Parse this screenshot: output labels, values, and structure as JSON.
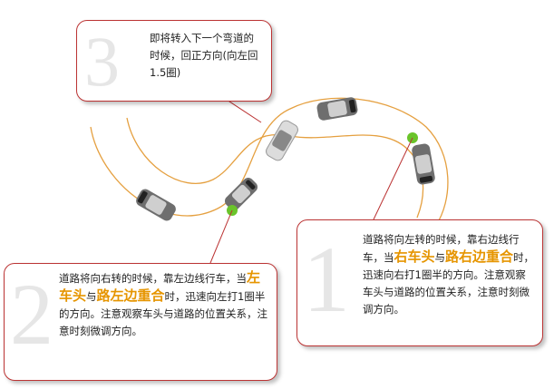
{
  "colors": {
    "road_edge": "#e5a040",
    "callout_border": "#b33333",
    "marker": "#6ac42a",
    "highlight": "#e69500",
    "car_body": "#6e6e6e"
  },
  "step3": {
    "number": "3",
    "text": "即将转入下一个弯道的时候，回正方向(向左回1.5圈)"
  },
  "step2": {
    "number": "2",
    "part1": "道路将向右转的时候，靠左边线行车，当",
    "hl1": "左车头",
    "mid": "与",
    "hl2": "路左边重合",
    "part2": "时，迅速向左打1圈半的方向。注意观察车头与道路的位置关系，注意时刻微调方向。"
  },
  "step1": {
    "number": "1",
    "part1": "道路将向左转的时候，靠右边线行车，当",
    "hl1": "右车头",
    "mid": "与",
    "hl2": "路右边重合",
    "part2": "时，迅速向右打1圈半的方向。注意观察车头与道路的位置关系，注意时刻微调方向。"
  }
}
